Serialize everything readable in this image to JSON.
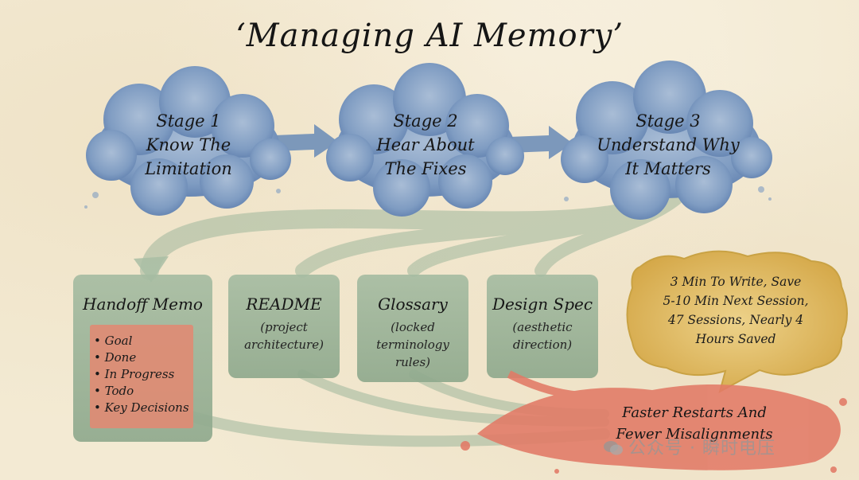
{
  "title": "‘Managing AI Memory’",
  "stages": [
    {
      "lines": [
        "Stage 1",
        "Know The",
        "Limitation"
      ]
    },
    {
      "lines": [
        "Stage 2",
        "Hear About",
        "The Fixes"
      ]
    },
    {
      "lines": [
        "Stage 3",
        "Understand Why",
        "It Matters"
      ]
    }
  ],
  "artifacts": [
    {
      "title": "Handoff Memo",
      "items": [
        "Goal",
        "Done",
        "In Progress",
        "Todo",
        "Key Decisions"
      ]
    },
    {
      "title": "README",
      "sub": [
        "(project",
        "architecture)"
      ]
    },
    {
      "title": "Glossary",
      "sub": [
        "(locked",
        "terminology",
        "rules)"
      ]
    },
    {
      "title": "Design Spec",
      "sub": [
        "(aesthetic",
        "direction)"
      ]
    }
  ],
  "callout": {
    "lines": [
      "3 Min To Write, Save",
      "5-10 Min Next Session,",
      "47 Sessions, Nearly 4",
      "Hours Saved"
    ]
  },
  "outcome": {
    "lines": [
      "Faster Restarts And",
      "Fewer Misalignments"
    ]
  },
  "watermark": "公众号 · 瞬时电压",
  "colors": {
    "stage_cloud": "#6f8fb8",
    "artifact_box": "#9db49a",
    "memo_note": "#e0866f",
    "callout": "#dcb258",
    "outcome_splash": "#e27a66",
    "paper": "#f3ead3"
  }
}
